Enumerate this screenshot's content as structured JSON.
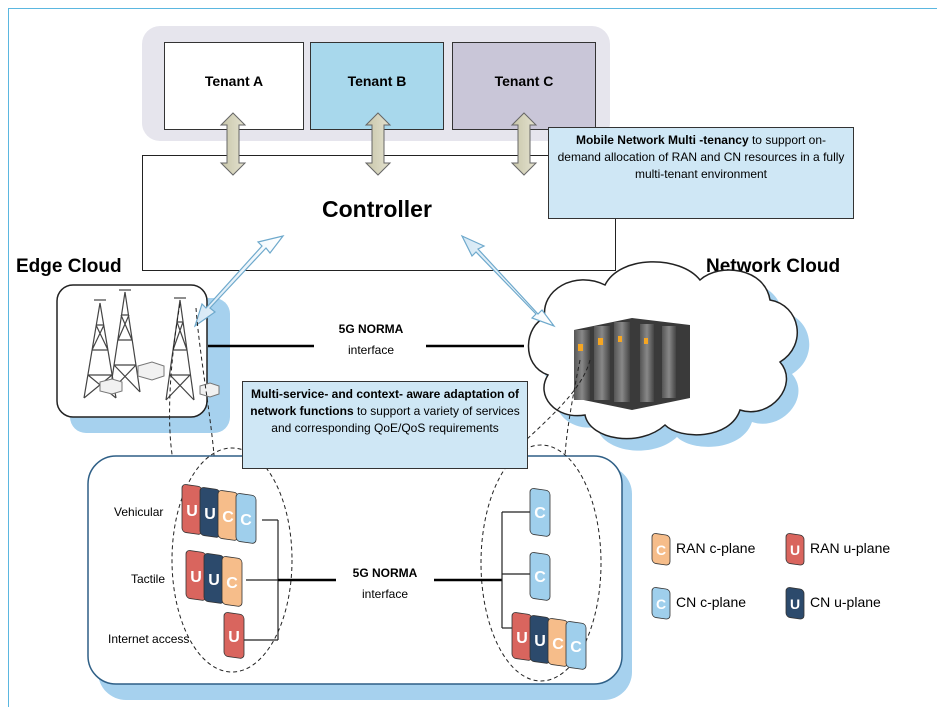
{
  "tenants": [
    {
      "label": "Tenant A",
      "color": "#ffffff"
    },
    {
      "label": "Tenant B",
      "color": "#a8d8ec"
    },
    {
      "label": "Tenant C",
      "color": "#c9c6d8"
    }
  ],
  "controller": {
    "label": "Controller"
  },
  "multitenancy_callout": {
    "bold": "Mobile Network Multi -tenancy",
    "rest": " to support on-demand allocation of RAN and CN resources in a fully multi-tenant environment"
  },
  "edge_cloud": {
    "label": "Edge Cloud"
  },
  "network_cloud": {
    "label": "Network Cloud"
  },
  "interface_top": {
    "title": "5G NORMA",
    "subtitle": "interface"
  },
  "interface_bottom": {
    "title": "5G NORMA",
    "subtitle": "interface"
  },
  "adaptation_callout": {
    "bold": "Multi-service- and context- aware adaptation of network functions",
    "rest": " to support a variety of services and corresponding QoE/QoS requirements"
  },
  "services": [
    "Vehicular",
    "Tactile",
    "Internet access"
  ],
  "legend": {
    "ran_c": "RAN c-plane",
    "ran_u": "RAN u-plane",
    "cn_c": "CN c-plane",
    "cn_u": "CN u-plane"
  },
  "colors": {
    "ran_c": "#f6bd8a",
    "ran_u": "#d9655e",
    "cn_c": "#9fcfec",
    "cn_u": "#2c4a6c",
    "accent_blue": "#5bb7e0"
  },
  "icons": [
    "double-arrow-icon",
    "cell-tower-icon",
    "base-station-icon",
    "server-rack-icon",
    "cloud-icon"
  ]
}
